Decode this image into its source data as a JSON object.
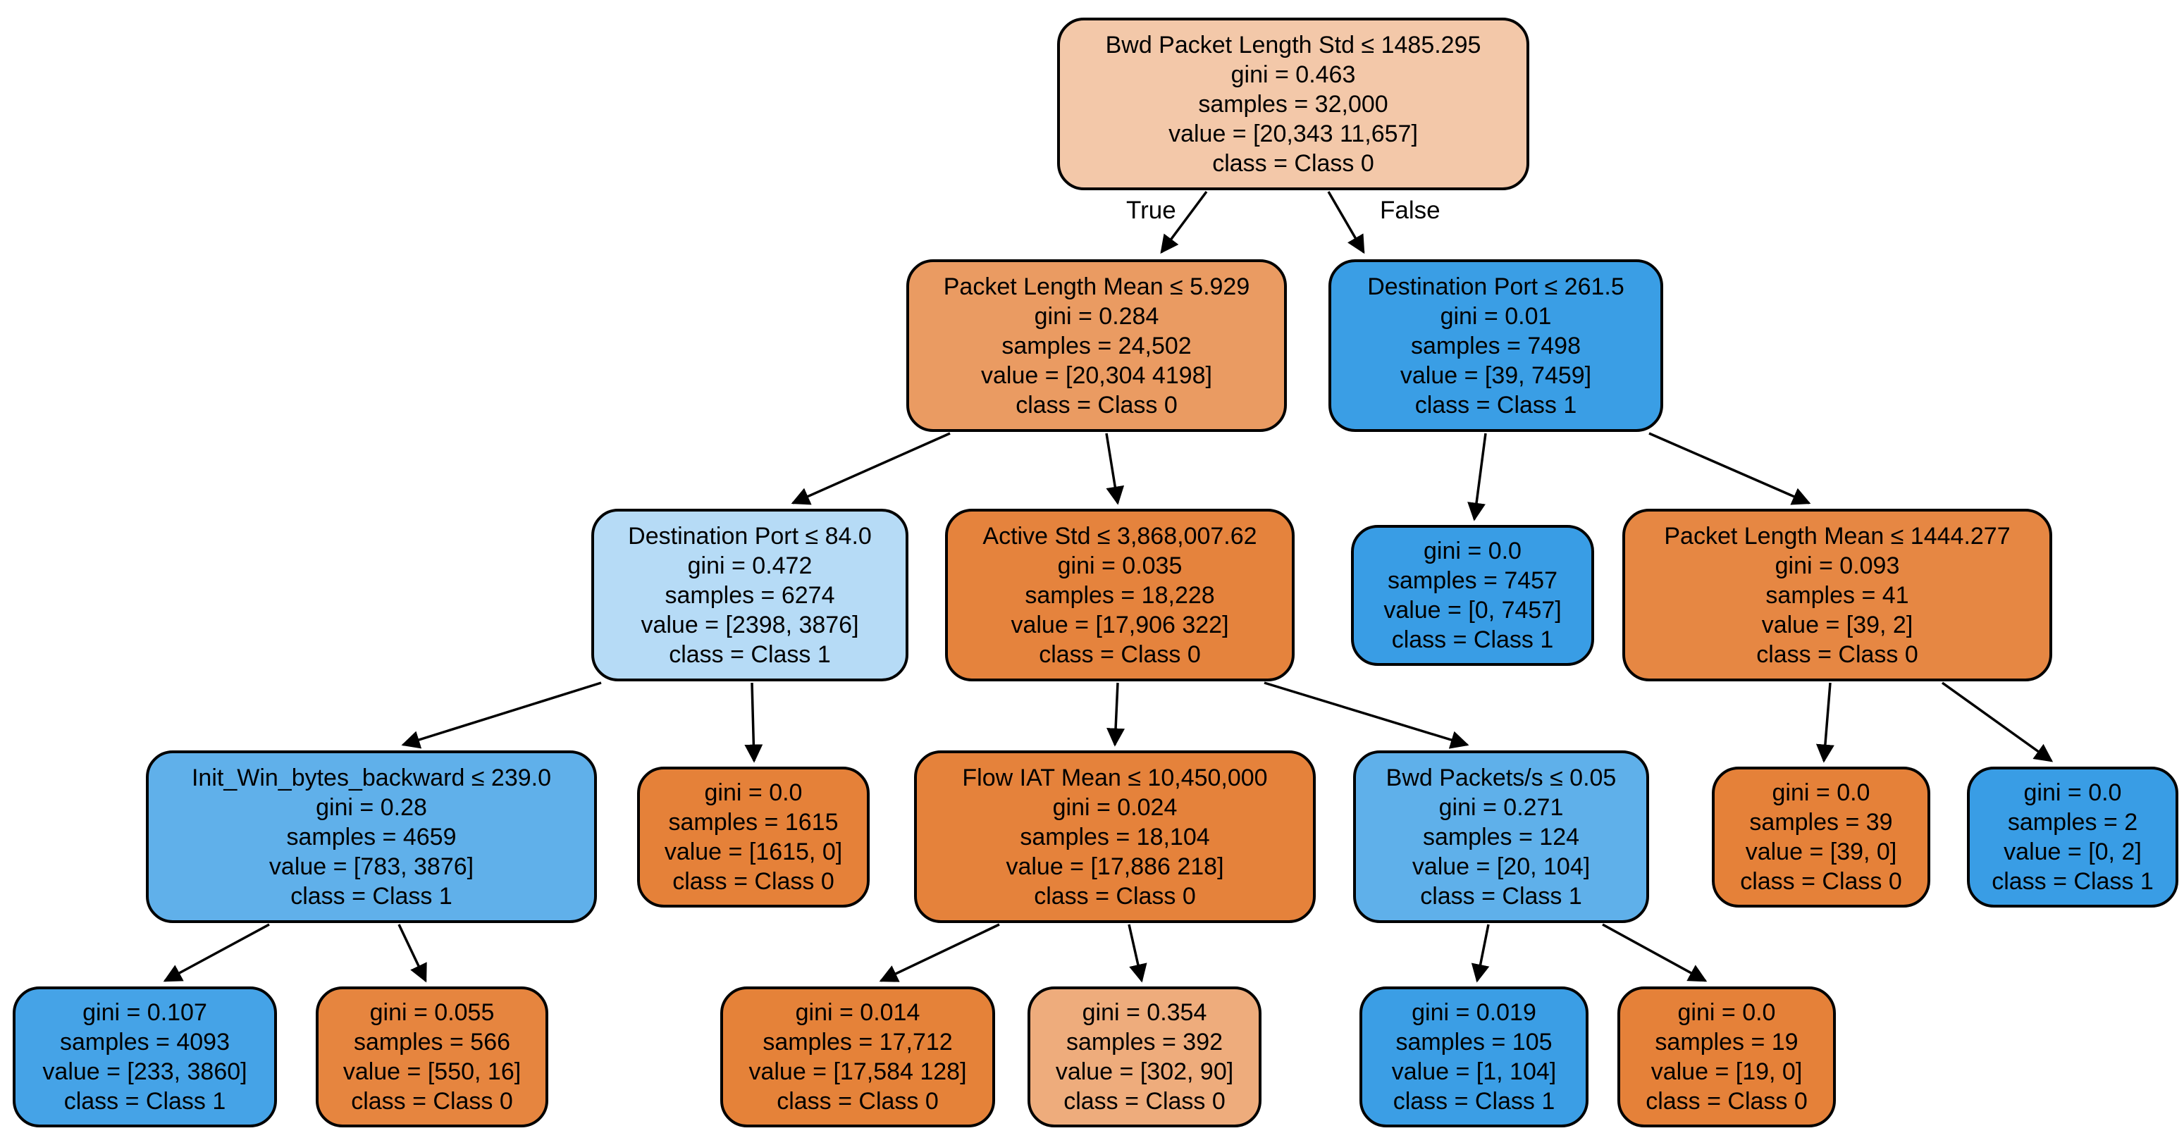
{
  "figure": {
    "type": "decision-tree",
    "background": "#ffffff",
    "class_colors": {
      "class0_orange": "#e58139",
      "class1_blue": "#399de5"
    },
    "edge_labels": {
      "true_label": "True",
      "false_label": "False"
    }
  },
  "nodes": [
    {
      "condition": "Bwd Packet Length Std ≤ 1485.295",
      "gini": "gini = 0.463",
      "samples": "samples = 32,000",
      "value": "value = [20,343 11,657]",
      "class": "class = Class 0",
      "fill": "#f3c8a9"
    },
    {
      "condition": "Packet Length Mean ≤ 5.929",
      "gini": "gini = 0.284",
      "samples": "samples = 24,502",
      "value": "value = [20,304 4198]",
      "class": "class = Class 0",
      "fill": "#ea9b62"
    },
    {
      "condition": "Destination Port ≤ 261.5",
      "gini": "gini = 0.01",
      "samples": "samples = 7498",
      "value": "value = [39, 7459]",
      "class": "class = Class 1",
      "fill": "#3a9ee5"
    },
    {
      "condition": "Destination Port ≤ 84.0",
      "gini": "gini = 0.472",
      "samples": "samples = 6274",
      "value": "value = [2398, 3876]",
      "class": "class = Class 1",
      "fill": "#b6dbf6"
    },
    {
      "condition": "Active Std ≤ 3,868,007.62",
      "gini": "gini = 0.035",
      "samples": "samples = 18,228",
      "value": "value = [17,906 322]",
      "class": "class = Class 0",
      "fill": "#e5833d"
    },
    {
      "gini": "gini = 0.0",
      "samples": "samples = 7457",
      "value": "value = [0, 7457]",
      "class": "class = Class 1",
      "fill": "#399de5"
    },
    {
      "condition": "Packet Length Mean ≤ 1444.277",
      "gini": "gini = 0.093",
      "samples": "samples = 41",
      "value": "value = [39, 2]",
      "class": "class = Class 0",
      "fill": "#e68743"
    },
    {
      "condition": "Init_Win_bytes_backward ≤ 239.0",
      "gini": "gini = 0.28",
      "samples": "samples = 4659",
      "value": "value = [783, 3876]",
      "class": "class = Class 1",
      "fill": "#60b0ea"
    },
    {
      "gini": "gini = 0.0",
      "samples": "samples = 1615",
      "value": "value = [1615, 0]",
      "class": "class = Class 0",
      "fill": "#e58139"
    },
    {
      "condition": "Flow IAT Mean ≤ 10,450,000",
      "gini": "gini = 0.024",
      "samples": "samples = 18,104",
      "value": "value = [17,886 218]",
      "class": "class = Class 0",
      "fill": "#e5823b"
    },
    {
      "condition": "Bwd Packets/s ≤ 0.05",
      "gini": "gini = 0.271",
      "samples": "samples = 124",
      "value": "value = [20, 104]",
      "class": "class = Class 1",
      "fill": "#5fb0ea"
    },
    {
      "gini": "gini = 0.0",
      "samples": "samples = 39",
      "value": "value = [39, 0]",
      "class": "class = Class 0",
      "fill": "#e58139"
    },
    {
      "gini": "gini = 0.0",
      "samples": "samples = 2",
      "value": "value = [0, 2]",
      "class": "class = Class 1",
      "fill": "#399de5"
    },
    {
      "gini": "gini = 0.107",
      "samples": "samples = 4093",
      "value": "value = [233, 3860]",
      "class": "class = Class 1",
      "fill": "#45a3e7"
    },
    {
      "gini": "gini = 0.055",
      "samples": "samples = 566",
      "value": "value = [550, 16]",
      "class": "class = Class 0",
      "fill": "#e6853f"
    },
    {
      "gini": "gini = 0.014",
      "samples": "samples = 17,712",
      "value": "value = [17,584 128]",
      "class": "class = Class 0",
      "fill": "#e58239"
    },
    {
      "gini": "gini = 0.354",
      "samples": "samples = 392",
      "value": "value = [302, 90]",
      "class": "class = Class 0",
      "fill": "#eeac7c"
    },
    {
      "gini": "gini = 0.019",
      "samples": "samples = 105",
      "value": "value = [1, 104]",
      "class": "class = Class 1",
      "fill": "#3b9ee5"
    },
    {
      "gini": "gini = 0.0",
      "samples": "samples = 19",
      "value": "value = [19, 0]",
      "class": "class = Class 0",
      "fill": "#e58139"
    }
  ]
}
